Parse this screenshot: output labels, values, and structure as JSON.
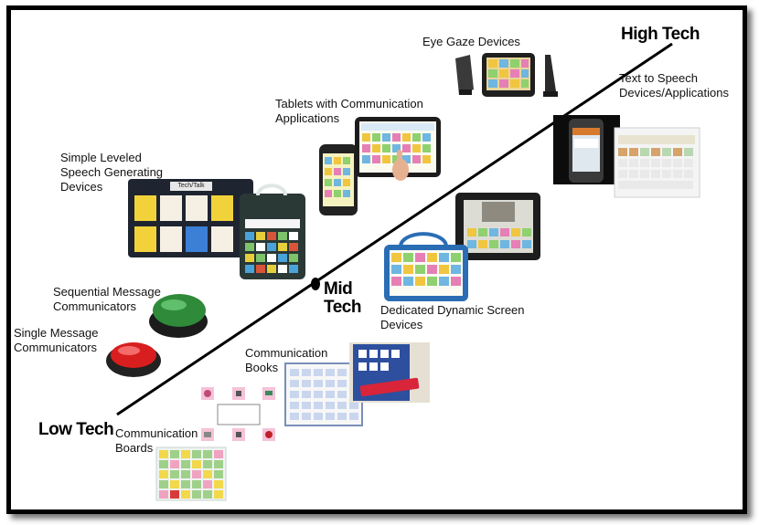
{
  "diagram": {
    "levels": {
      "low": "Low Tech",
      "mid": "Mid\nTech",
      "high": "High Tech"
    },
    "items": {
      "single_message": "Single Message\nCommunicators",
      "sequential_message": "Sequential Message\nCommunicators",
      "simple_leveled": "Simple Leveled\nSpeech Generating\nDevices",
      "tablets": "Tablets with Communication\nApplications",
      "eye_gaze": "Eye Gaze Devices",
      "text_to_speech": "Text to Speech\nDevices/Applications",
      "dedicated": "Dedicated Dynamic Screen\nDevices",
      "comm_books": "Communication\nBooks",
      "comm_boards": "Communication\nBoards"
    },
    "device_screens": {
      "leveled_brand": "Tech/Talk"
    },
    "colors": {
      "line": "#000000",
      "red_button": "#d81e1e",
      "green_button": "#2f8a3a",
      "device_body": "#1f2530",
      "pecs_blue": "#2d4f9e"
    }
  }
}
